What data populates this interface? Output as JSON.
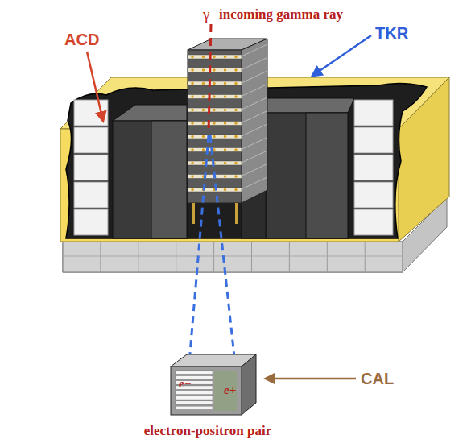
{
  "diagram": {
    "labels": [
      "γ",
      "incoming gamma ray",
      "ACD",
      "TKR",
      "e−",
      "e+",
      "CAL",
      "electron-positron pair"
    ]
  }
}
